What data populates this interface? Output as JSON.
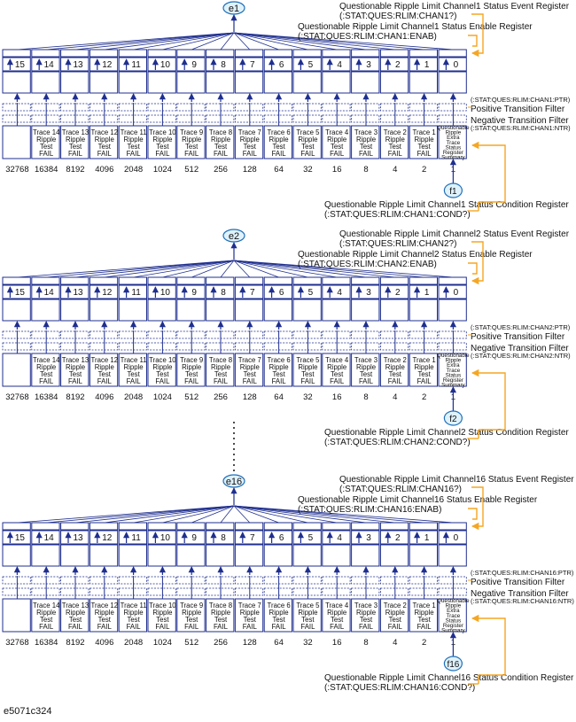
{
  "colors": {
    "line": "#1f2f8f",
    "accent": "#f5a623",
    "bubble_fill": "#dff2fb",
    "bubble_stroke": "#1f6fb8",
    "ink": "#111111"
  },
  "bit_numbers": [
    "15",
    "14",
    "13",
    "12",
    "11",
    "10",
    "9",
    "8",
    "7",
    "6",
    "5",
    "4",
    "3",
    "2",
    "1",
    "0"
  ],
  "bit_weights": [
    "32768",
    "16384",
    "8192",
    "4096",
    "2048",
    "1024",
    "512",
    "256",
    "128",
    "64",
    "32",
    "16",
    "8",
    "4",
    "2",
    "1"
  ],
  "bit_labels": [
    "",
    "Trace 14\nRipple\nTest\nFAIL",
    "Trace 13\nRipple\nTest\nFAIL",
    "Trace 12\nRipple\nTest\nFAIL",
    "Trace 11\nRipple\nTest\nFAIL",
    "Trace 10\nRipple\nTest\nFAIL",
    "Trace 9\nRipple\nTest\nFAIL",
    "Trace 8\nRipple\nTest\nFAIL",
    "Trace 7\nRipple\nTest\nFAIL",
    "Trace 6\nRipple\nTest\nFAIL",
    "Trace 5\nRipple\nTest\nFAIL",
    "Trace 4\nRipple\nTest\nFAIL",
    "Trace 3\nRipple\nTest\nFAIL",
    "Trace 2\nRipple\nTest\nFAIL",
    "Trace 1\nRipple\nTest\nFAIL",
    "Questionable\nRipple\nExtra\nTrace\nStatus\nRegister\nSummary"
  ],
  "filter_labels": {
    "positive": "Positive Transition Filter",
    "negative": "Negative Transition Filter"
  },
  "groups": [
    {
      "event_id": "e1",
      "event_title": "Questionable Ripple Limit Channel1 Status Event Register",
      "event_cmd": "(:STAT:QUES:RLIM:CHAN1?)",
      "enable_title": "Questionable Ripple Limit Channel1 Status Enable Register",
      "enable_cmd": "(:STAT:QUES:RLIM:CHAN1:ENAB)",
      "ptr_cmd": "(:STAT:QUES:RLIM:CHAN1:PTR)",
      "ntr_cmd": "(:STAT:QUES:RLIM:CHAN1:NTR)",
      "summary_id": "f1",
      "cond_title": "Questionable Ripple Limit Channel1 Status Condition Register",
      "cond_cmd": "(:STAT:QUES:RLIM:CHAN1:COND?)"
    },
    {
      "event_id": "e2",
      "event_title": "Questionable Ripple Limit Channel2 Status Event Register",
      "event_cmd": "(:STAT:QUES:RLIM:CHAN2?)",
      "enable_title": "Questionable Ripple Limit Channel2 Status Enable Register",
      "enable_cmd": "(:STAT:QUES:RLIM:CHAN2:ENAB)",
      "ptr_cmd": "(:STAT:QUES:RLIM:CHAN2:PTR)",
      "ntr_cmd": "(:STAT:QUES:RLIM:CHAN2:NTR)",
      "summary_id": "f2",
      "cond_title": "Questionable Ripple Limit Channel2 Status Condition Register",
      "cond_cmd": "(:STAT:QUES:RLIM:CHAN2:COND?)"
    },
    {
      "event_id": "e16",
      "event_title": "Questionable Ripple Limit Channel16 Status Event Register",
      "event_cmd": "(:STAT:QUES:RLIM:CHAN16?)",
      "enable_title": "Questionable Ripple Limit Channel16 Status Enable Register",
      "enable_cmd": "(:STAT:QUES:RLIM:CHAN16:ENAB)",
      "ptr_cmd": "(:STAT:QUES:RLIM:CHAN16:PTR)",
      "ntr_cmd": "(:STAT:QUES:RLIM:CHAN16:NTR)",
      "summary_id": "f16",
      "cond_title": "Questionable Ripple Limit Channel16 Status Condition Register",
      "cond_cmd": "(:STAT:QUES:RLIM:CHAN16:COND?)"
    }
  ],
  "figure_id": "e5071c324"
}
